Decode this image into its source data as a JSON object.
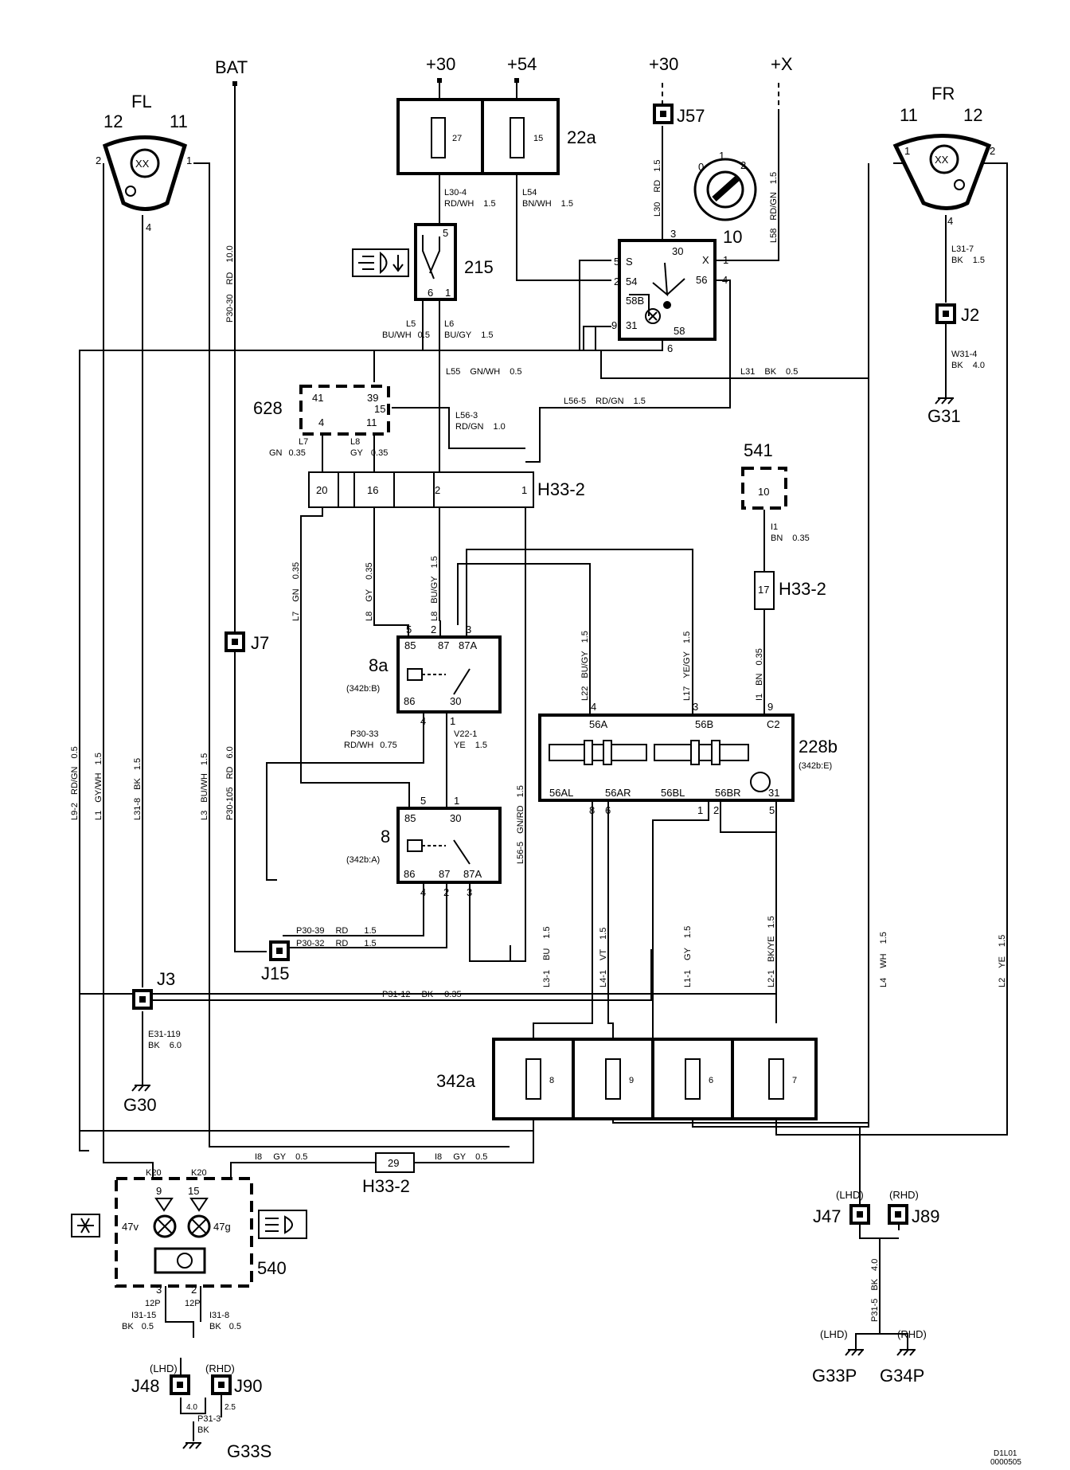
{
  "supply": {
    "bat": "BAT",
    "p30a": "+30",
    "p54": "+54",
    "p30b": "+30",
    "px": "+X"
  },
  "components": {
    "fl": {
      "name": "FL",
      "pin12": "12",
      "pin11": "11",
      "pin2": "2",
      "pin1": "1",
      "pin4": "4"
    },
    "fr": {
      "name": "FR",
      "pin11": "11",
      "pin12": "12",
      "pin1": "1",
      "pin2": "2",
      "pin4": "4"
    },
    "fusebox_22a": {
      "name": "22a",
      "fuse_27": "27",
      "fuse_15": "15"
    },
    "switch_215": {
      "name": "215",
      "pin5": "5",
      "pin6": "6",
      "pin1": "1"
    },
    "switch_10": {
      "name": "10",
      "pins": [
        "5",
        "S",
        "3",
        "30",
        "X",
        "1",
        "2",
        "54",
        "56",
        "4",
        "58B",
        "9",
        "31",
        "58",
        "6"
      ],
      "dial": [
        "0",
        "1",
        "2"
      ]
    },
    "module_628": {
      "name": "628",
      "pins": [
        "41",
        "39",
        "15",
        "4",
        "11"
      ]
    },
    "connector_h33_2": {
      "name": "H33-2",
      "pins": [
        "20",
        "16",
        "2",
        "1"
      ]
    },
    "module_541": {
      "name": "541",
      "pin": "10"
    },
    "connector_h33_2b": {
      "name": "H33-2",
      "pin": "17"
    },
    "connector_h33_2c": {
      "name": "H33-2",
      "pin": "29"
    },
    "relay_8a": {
      "name": "8a",
      "sub": "(342b:B)",
      "pins": [
        "5",
        "2",
        "3",
        "85",
        "87",
        "87A",
        "86",
        "30",
        "4",
        "1"
      ]
    },
    "relay_8": {
      "name": "8",
      "sub": "(342b:A)",
      "pins": [
        "5",
        "1",
        "85",
        "30",
        "86",
        "87",
        "87A",
        "4",
        "2",
        "3"
      ]
    },
    "module_228b": {
      "name": "228b",
      "sub": "(342b:E)",
      "pins": [
        "4",
        "3",
        "9",
        "56A",
        "56B",
        "C2",
        "56AL",
        "56AR",
        "56BL",
        "56BR",
        "31",
        "8",
        "6",
        "1",
        "2",
        "5"
      ]
    },
    "fusebox_342a": {
      "name": "342a",
      "fuses": [
        "8",
        "9",
        "6",
        "7"
      ]
    },
    "lamp_540": {
      "name": "540",
      "k20a": "K20",
      "k20b": "K20",
      "pin9": "9",
      "pin15": "15",
      "lamp47v": "47v",
      "lamp47g": "47g",
      "pin3": "3",
      "pin2": "2",
      "p12a": "12P",
      "p12b": "12P"
    }
  },
  "splices": {
    "j57": "J57",
    "j2": "J2",
    "j7": "J7",
    "j3": "J3",
    "j15": "J15",
    "j47": "J47",
    "j89": "J89",
    "j48": "J48",
    "j90": "J90",
    "lhd_a": "(LHD)",
    "rhd_a": "(RHD)",
    "lhd_b": "(LHD)",
    "rhd_b": "(RHD)",
    "lhd_c": "(LHD)",
    "rhd_c": "(RHD)"
  },
  "grounds": {
    "g30": "G30",
    "g31": "G31",
    "g33p": "G33P",
    "g34p": "G34P",
    "g33s": "G33S"
  },
  "wires": {
    "l30_4": [
      "L30-4",
      "RD/WH",
      "1.5"
    ],
    "l54": [
      "L54",
      "BN/WH",
      "1.5"
    ],
    "p30_30": [
      "P30-30",
      "RD",
      "10.0"
    ],
    "l30": [
      "L30",
      "RD",
      "1.5"
    ],
    "l58": [
      "L58",
      "RD/GN",
      "1.5"
    ],
    "l31_7": [
      "L31-7",
      "BK",
      "1.5"
    ],
    "w31_4": [
      "W31-4",
      "BK",
      "4.0"
    ],
    "l5": [
      "L5",
      "BU/WH",
      "0.5"
    ],
    "l6": [
      "L6",
      "BU/GY",
      "1.5"
    ],
    "l55": [
      "L55",
      "GN/WH",
      "0.5"
    ],
    "l31": [
      "L31",
      "BK",
      "0.5"
    ],
    "l56_5": [
      "L56-5",
      "RD/GN",
      "1.5"
    ],
    "l56_3": [
      "L56-3",
      "RD/GN",
      "1.0"
    ],
    "l7": [
      "L7",
      "GN",
      "0.35"
    ],
    "l8": [
      "L8",
      "GY",
      "0.35"
    ],
    "i1": [
      "I1",
      "BN",
      "0.35"
    ],
    "l7v": [
      "L7",
      "GN",
      "0.35"
    ],
    "l8v": [
      "L8",
      "GY",
      "0.35"
    ],
    "l8bu": [
      "L8",
      "BU/GY",
      "1.5"
    ],
    "l22": [
      "L22",
      "BU/GY",
      "1.5"
    ],
    "l17": [
      "L17",
      "YE/GY",
      "1.5"
    ],
    "i1v": [
      "I1",
      "BN",
      "0.35"
    ],
    "p30_33": [
      "P30-33",
      "RD/WH",
      "0.75"
    ],
    "v22_1": [
      "V22-1",
      "YE",
      "1.5"
    ],
    "l9_2": [
      "L9-2",
      "RD/GN",
      "0.5"
    ],
    "l1": [
      "L1",
      "GY/WH",
      "1.5"
    ],
    "l31_8": [
      "L31-8",
      "BK",
      "1.5"
    ],
    "l3": [
      "L3",
      "BU/WH",
      "1.5"
    ],
    "p30_105": [
      "P30-105",
      "RD",
      "6.0"
    ],
    "l56_5v": [
      "L56-5",
      "GN/RD",
      "1.5"
    ],
    "p30_39": [
      "P30-39",
      "RD",
      "1.5"
    ],
    "p30_32": [
      "P30-32",
      "RD",
      "1.5"
    ],
    "p31_12": [
      "P31-12",
      "BK",
      "0.35"
    ],
    "e31_119": [
      "E31-119",
      "BK",
      "6.0"
    ],
    "l3_1": [
      "L3-1",
      "BU",
      "1.5"
    ],
    "l4_1": [
      "L4-1",
      "VT",
      "1.5"
    ],
    "l1_1": [
      "L1-1",
      "GY",
      "1.5"
    ],
    "l2_1": [
      "L2-1",
      "BK/YE",
      "1.5"
    ],
    "l4": [
      "L4",
      "WH",
      "1.5"
    ],
    "l2": [
      "L2",
      "YE",
      "1.5"
    ],
    "i8a": [
      "I8",
      "GY",
      "0.5"
    ],
    "i8b": [
      "I8",
      "GY",
      "0.5"
    ],
    "i31_15": [
      "I31-15",
      "BK",
      "0.5"
    ],
    "i31_8": [
      "I31-8",
      "BK",
      "0.5"
    ],
    "p31_5": [
      "P31-5",
      "BK",
      "4.0"
    ],
    "p31_3": [
      "P31-3",
      "BK"
    ],
    "j48_sz": "4.0",
    "j90_sz": "2.5"
  },
  "footer": {
    "code1": "D1L01",
    "code2": "0000505"
  }
}
